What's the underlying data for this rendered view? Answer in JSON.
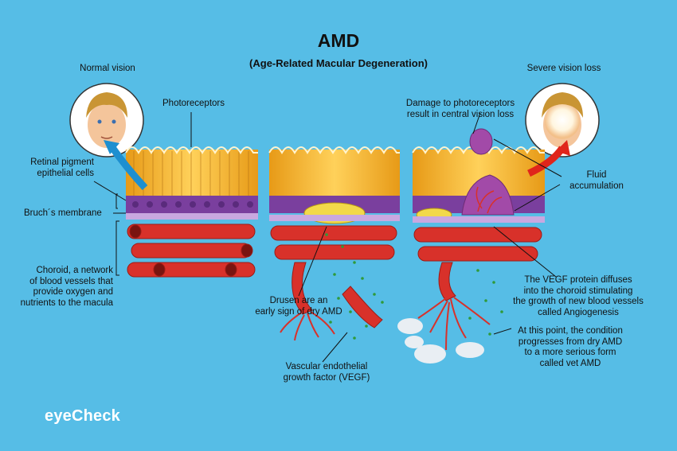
{
  "title": "AMD",
  "subtitle": "(Age-Related Macular Degeneration)",
  "labels": {
    "normal_vision": "Normal vision",
    "severe_vision_loss": "Severe vision loss",
    "photoreceptors": "Photoreceptors",
    "damage_line1": "Damage to photoreceptors",
    "damage_line2": "result in central vision loss",
    "rpe_line1": "Retinal pigment",
    "rpe_line2": "epithelial cells",
    "bruch": "Bruch´s membrane",
    "choroid_line1": "Choroid, a network",
    "choroid_line2": "of blood vessels that",
    "choroid_line3": "provide oxygen and",
    "choroid_line4": "nutrients to the macula",
    "fluid_line1": "Fluid",
    "fluid_line2": "accumulation",
    "vegf_diffuse_line1": "The VEGF protein diffuses",
    "vegf_diffuse_line2": "into the choroid stimulating",
    "vegf_diffuse_line3": "the growth of new blood vessels",
    "vegf_diffuse_line4": "called Angiogenesis",
    "drusen_line1": "Drusen are an",
    "drusen_line2": "early sign of dry AMD",
    "wet_line1": "At this point, the condition",
    "wet_line2": "progresses from dry AMD",
    "wet_line3": "to a more serious form",
    "wet_line4": "called vet AMD",
    "vegf_line1": "Vascular endothelial",
    "vegf_line2": "growth factor (VEGF)"
  },
  "brand": {
    "logo": "eyeCheck"
  },
  "colors": {
    "background": "#56bde6",
    "photoreceptor": "#f2b32a",
    "epithelium": "#7a3f9e",
    "membrane": "#c9a8e0",
    "vessel": "#d8312a",
    "drusen": "#f2d94a",
    "vegf_dots": "#2f9a3a",
    "normal_arrow": "#1d8fd0",
    "loss_arrow": "#e0251b"
  }
}
